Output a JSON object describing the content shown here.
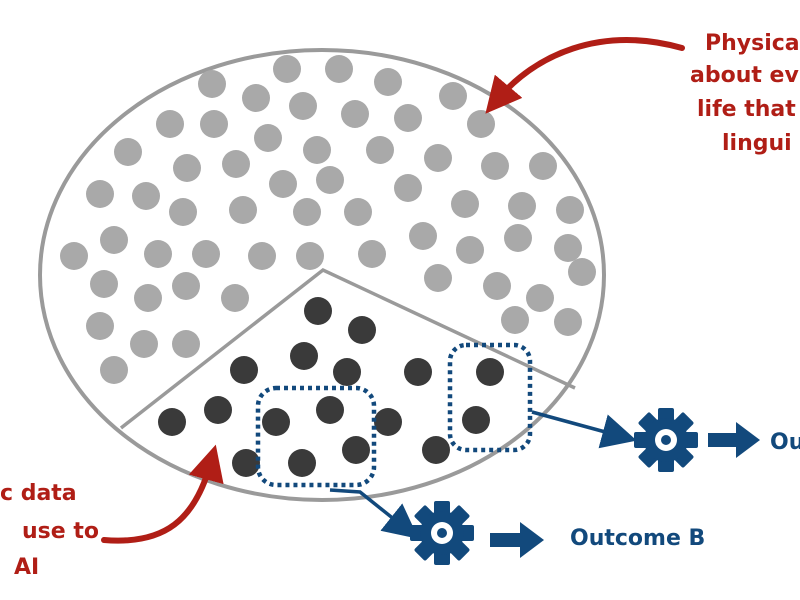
{
  "colors": {
    "red": "#b01e16",
    "blue": "#12497c",
    "gray_dot": "#a9a9a9",
    "dark_dot": "#3a3a3a",
    "outline": "#9a9a9a"
  },
  "icons": {
    "gear": "gear-icon",
    "arrow": "right-arrow-icon"
  },
  "labels": {
    "top_right": [
      "Physica",
      "about ev",
      "life that",
      "lingui"
    ],
    "bottom_left": [
      "c data",
      "use to",
      "AI"
    ],
    "outcome_a": "Ou",
    "outcome_b": "Outcome B"
  }
}
